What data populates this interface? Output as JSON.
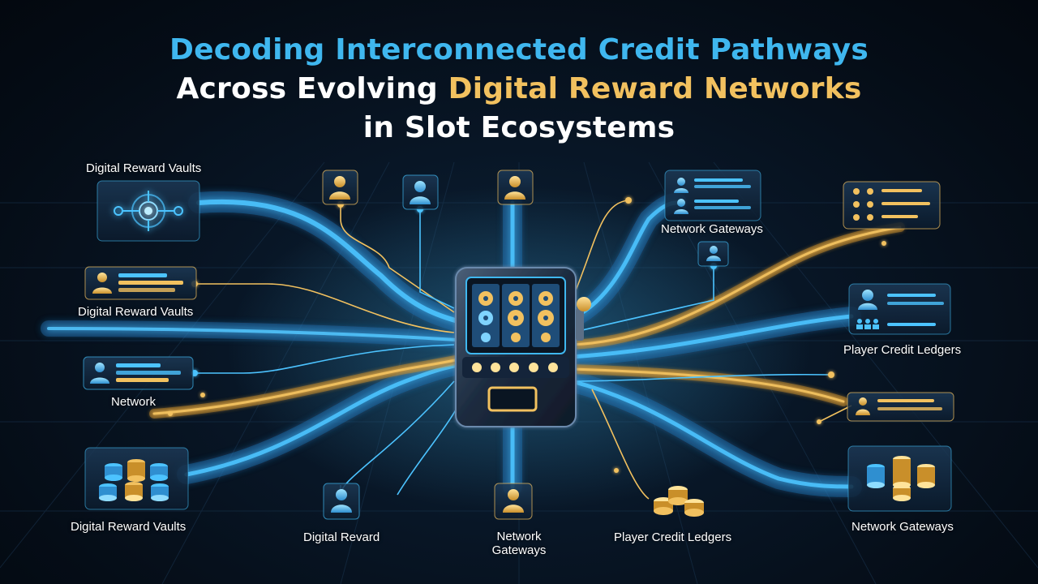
{
  "title": {
    "line1": "Decoding Interconnected Credit Pathways",
    "line2_prefix": "Across Evolving ",
    "line2_highlight": "Digital Reward Networks",
    "line3": "in Slot Ecosystems"
  },
  "labels": {
    "vaults_top": "Digital Reward Vaults",
    "vaults_mid": "Digital Reward Vaults",
    "network": "Network",
    "vaults_bottom": "Digital Reward Vaults",
    "digital_reward": "Digital Revard",
    "network_gateways_bottom_line1": "Network",
    "network_gateways_bottom_line2": "Gateways",
    "player_credit_bottom": "Player Credit Ledgers",
    "network_gateways_right_bottom": "Network Gateways",
    "network_gateways_top": "Network Gateways",
    "player_credit_right": "Player Credit Ledgers"
  },
  "colors": {
    "blue_accent": "#3fb7ef",
    "gold_accent": "#f2c15f",
    "background": "#081626"
  },
  "icons": [
    "user-icon",
    "coin-stack-icon",
    "gear-icon",
    "slot-machine-icon",
    "network-hub-icon",
    "user-group-icon"
  ]
}
